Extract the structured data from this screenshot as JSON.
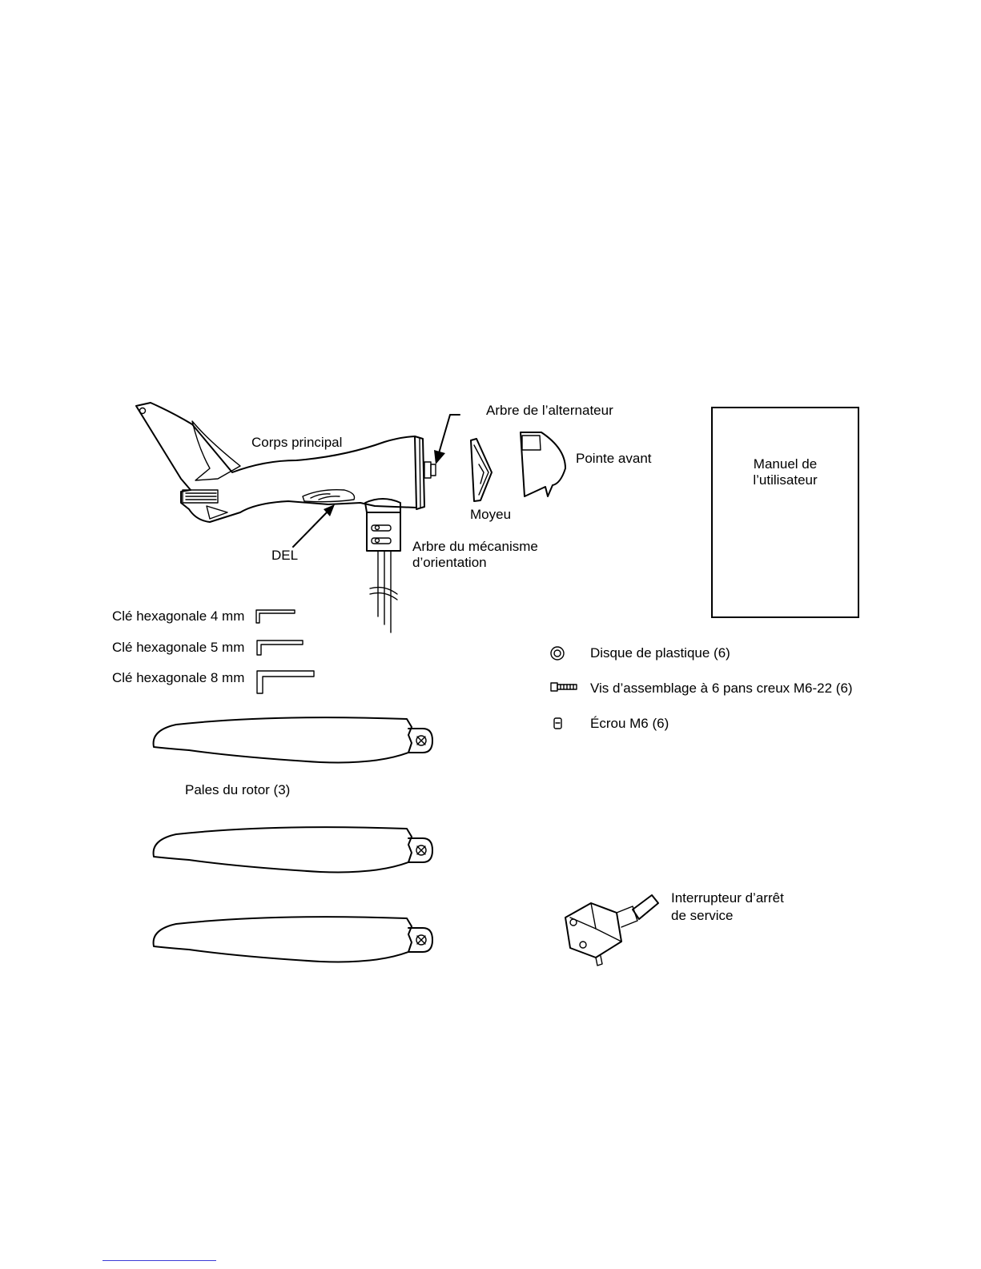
{
  "labels": {
    "corps_principal": "Corps principal",
    "arbre_alternateur": "Arbre de l’alternateur",
    "pointe_avant": "Pointe avant",
    "moyeu": "Moyeu",
    "del": "DEL",
    "arbre_orientation_1": "Arbre du mécanisme",
    "arbre_orientation_2": "d’orientation",
    "manuel_1": "Manuel de",
    "manuel_2": "l’utilisateur",
    "cle_4": "Clé hexagonale 4 mm",
    "cle_5": "Clé hexagonale 5 mm",
    "cle_8": "Clé hexagonale 8 mm",
    "disque": "Disque de plastique (6)",
    "vis": "Vis d’assemblage à 6 pans creux M6-22 (6)",
    "ecrou": "Écrou M6 (6)",
    "pales": "Pales du rotor (3)",
    "interrupteur_1": "Interrupteur d’arrêt",
    "interrupteur_2": "de service"
  },
  "icons": {
    "turbine": "wind-turbine-body",
    "hub": "hub",
    "nose_cone": "nose-cone",
    "hex_key": "hex-key",
    "washer": "plastic-washer",
    "bolt": "socket-head-bolt",
    "nut": "hex-nut",
    "blade": "rotor-blade",
    "switch": "toggle-switch"
  }
}
